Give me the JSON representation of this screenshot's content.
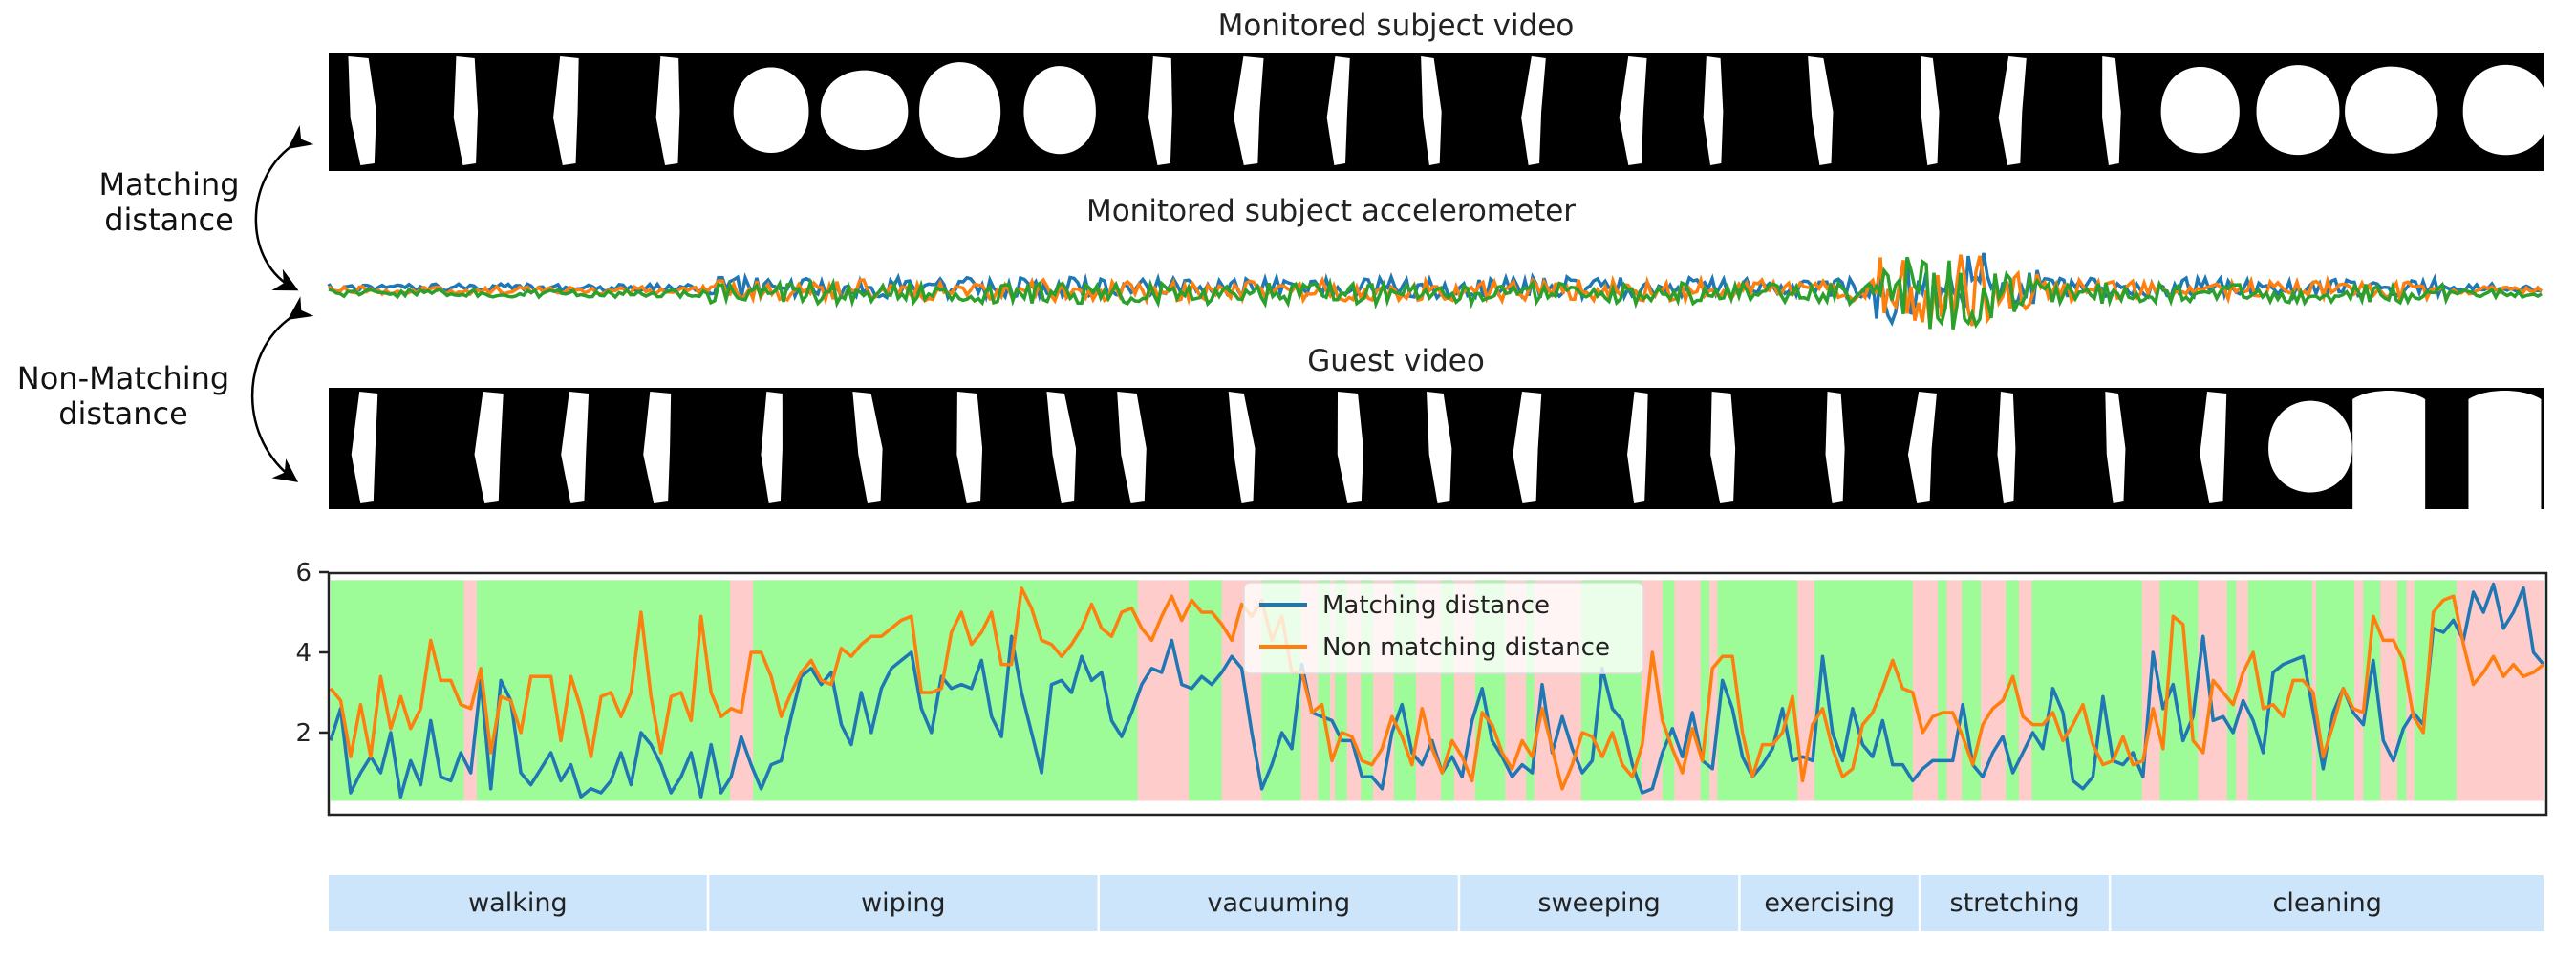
{
  "figure": {
    "video_title": "Monitored subject video",
    "accel_title": "Monitored subject accelerometer",
    "guest_title": "Guest video",
    "matching_label": [
      "Matching",
      "distance"
    ],
    "nonmatching_label": [
      "Non-Matching",
      "distance"
    ]
  },
  "colors": {
    "matching": "#1f77b4",
    "nonmatching": "#ff7f0e",
    "accel_x": "#1f77b4",
    "accel_y": "#ff7f0e",
    "accel_z": "#2ca02c",
    "match_bg": "#9dfb98",
    "nonmatch_bg": "#ffcccc",
    "activity_bg": "#cce5fb"
  },
  "chart_data": {
    "type": "line",
    "title": "",
    "xlabel": "",
    "ylabel": "",
    "ylim": [
      0,
      6
    ],
    "xlim": [
      0,
      221
    ],
    "yticks": [
      2,
      4,
      6
    ],
    "ytick_labels": [
      "2",
      "4",
      "6"
    ],
    "legend": {
      "placement": "top-center",
      "entries": [
        "Matching distance",
        "Non matching distance"
      ]
    },
    "series": [
      {
        "name": "Matching distance",
        "values": [
          1.8,
          2.6,
          0.5,
          1.0,
          1.4,
          1.0,
          2.0,
          0.4,
          1.3,
          0.7,
          2.3,
          0.9,
          0.8,
          1.5,
          1.0,
          3.3,
          0.6,
          3.3,
          2.8,
          1.0,
          0.7,
          1.1,
          1.5,
          0.8,
          1.2,
          0.4,
          0.6,
          0.5,
          0.8,
          1.5,
          0.7,
          2.0,
          1.7,
          1.2,
          0.5,
          0.9,
          1.5,
          0.4,
          1.7,
          0.5,
          0.9,
          1.9,
          1.2,
          0.6,
          1.2,
          1.3,
          2.4,
          3.4,
          3.6,
          3.2,
          3.5,
          2.2,
          1.7,
          3.0,
          2.0,
          3.1,
          3.6,
          3.8,
          4.0,
          2.6,
          2.0,
          3.4,
          3.1,
          3.2,
          3.1,
          3.8,
          2.4,
          1.9,
          4.4,
          3.0,
          2.0,
          1.0,
          3.2,
          3.3,
          3.0,
          3.9,
          3.3,
          3.5,
          2.3,
          1.9,
          2.5,
          3.2,
          3.6,
          3.5,
          4.3,
          3.2,
          3.1,
          3.4,
          3.2,
          3.5,
          3.9,
          3.6,
          2.0,
          0.6,
          1.2,
          2.0,
          1.6,
          3.7,
          2.5,
          2.4,
          2.3,
          1.8,
          1.8,
          0.9,
          0.9,
          0.6,
          2.0,
          2.7,
          1.5,
          1.2,
          1.8,
          1.0,
          1.4,
          0.9,
          2.3,
          3.1,
          1.8,
          1.4,
          0.9,
          1.2,
          1.0,
          3.2,
          1.5,
          2.4,
          1.6,
          1.0,
          1.3,
          3.6,
          2.6,
          2.3,
          1.2,
          0.5,
          0.6,
          1.5,
          2.1,
          1.4,
          2.5,
          1.3,
          1.1,
          3.3,
          2.6,
          1.4,
          0.9,
          1.2,
          1.6,
          2.6,
          1.3,
          1.4,
          1.3,
          3.9,
          2.0,
          1.3,
          2.6,
          1.7,
          1.4,
          2.3,
          1.2,
          1.2,
          0.8,
          1.1,
          1.3,
          1.3,
          1.3,
          2.7,
          1.2,
          0.9,
          1.5,
          1.9,
          1.0,
          1.5,
          2.0,
          1.6,
          3.1,
          2.5,
          0.8,
          0.6,
          0.9,
          2.9,
          1.3,
          1.2,
          1.5,
          0.9,
          4.0,
          2.6,
          3.2,
          1.8,
          2.4,
          4.4,
          2.3,
          2.4,
          2.0,
          2.8,
          2.3,
          1.5,
          3.5,
          3.7,
          3.8,
          3.9,
          2.5,
          1.1,
          2.5,
          3.1,
          2.5,
          2.2,
          3.8,
          1.8,
          1.3,
          2.1,
          2.5,
          2.2,
          4.6,
          4.5,
          4.8,
          4.3,
          5.5,
          5.0,
          5.7,
          4.6,
          5.0,
          5.6,
          4.0,
          3.7
        ]
      },
      {
        "name": "Non matching distance",
        "values": [
          3.1,
          2.8,
          1.4,
          2.7,
          1.4,
          3.4,
          2.1,
          2.9,
          2.1,
          2.6,
          4.3,
          3.3,
          3.3,
          2.7,
          2.6,
          3.6,
          1.5,
          2.9,
          2.8,
          2.0,
          3.4,
          3.4,
          3.4,
          1.8,
          3.4,
          2.6,
          1.4,
          2.9,
          3.0,
          2.4,
          3.0,
          5.0,
          2.9,
          1.5,
          2.9,
          3.0,
          2.3,
          4.9,
          3.0,
          2.4,
          2.6,
          2.5,
          4.0,
          4.0,
          3.4,
          2.4,
          3.0,
          3.5,
          3.8,
          3.3,
          3.2,
          4.1,
          3.9,
          4.2,
          4.4,
          4.4,
          4.6,
          4.8,
          4.9,
          3.0,
          3.0,
          3.1,
          4.5,
          5.0,
          4.2,
          4.5,
          5.0,
          3.7,
          3.7,
          5.6,
          5.1,
          4.3,
          4.2,
          3.9,
          4.2,
          4.6,
          5.2,
          4.6,
          4.4,
          5.0,
          5.1,
          4.6,
          4.3,
          4.9,
          5.4,
          4.8,
          5.3,
          5.0,
          5.0,
          4.7,
          4.3,
          5.2,
          4.9,
          5.3,
          4.3,
          4.9,
          3.5,
          3.5,
          2.5,
          2.7,
          1.3,
          2.0,
          1.9,
          1.3,
          1.2,
          1.6,
          2.4,
          1.9,
          1.2,
          2.6,
          1.6,
          1.0,
          1.8,
          1.4,
          0.8,
          2.5,
          2.2,
          1.5,
          1.1,
          1.8,
          1.4,
          2.6,
          1.6,
          0.6,
          1.2,
          2.0,
          1.9,
          1.4,
          2.0,
          1.2,
          0.9,
          1.7,
          4.0,
          2.3,
          1.6,
          1.0,
          2.1,
          1.3,
          3.6,
          3.9,
          3.9,
          2.0,
          0.9,
          1.7,
          1.7,
          2.0,
          2.9,
          0.8,
          2.2,
          2.6,
          1.6,
          0.9,
          1.1,
          2.2,
          2.5,
          3.1,
          3.8,
          3.1,
          3.0,
          2.0,
          2.4,
          2.5,
          2.5,
          1.9,
          1.2,
          2.2,
          2.6,
          2.8,
          3.4,
          2.4,
          2.2,
          2.2,
          2.5,
          1.8,
          2.2,
          2.7,
          1.7,
          1.2,
          1.3,
          1.9,
          1.2,
          1.3,
          2.6,
          1.6,
          4.9,
          4.7,
          1.8,
          1.5,
          3.3,
          3.0,
          2.7,
          3.5,
          4.0,
          2.6,
          2.7,
          2.4,
          3.3,
          3.3,
          3.0,
          1.4,
          2.2,
          3.1,
          2.6,
          2.5,
          4.9,
          4.3,
          4.3,
          3.8,
          2.4,
          2.0,
          5.0,
          5.3,
          5.4,
          4.2,
          3.2,
          3.5,
          3.9,
          3.4,
          3.7,
          3.4,
          3.5,
          3.7
        ]
      }
    ],
    "background": {
      "band_range": [
        0.3,
        5.8
      ],
      "default": "nonmatch",
      "match_intervals": [
        [
          0,
          13.3
        ],
        [
          14.6,
          39.9
        ],
        [
          42.2,
          80.6
        ],
        [
          85.7,
          89.0
        ],
        [
          93.0,
          96.9
        ],
        [
          98.6,
          99.8
        ],
        [
          100.3,
          101.5
        ],
        [
          102.9,
          104.1
        ],
        [
          106.2,
          108.4
        ],
        [
          110.9,
          112.2
        ],
        [
          114.3,
          117.3
        ],
        [
          119.4,
          120.2
        ],
        [
          124.9,
          130.9
        ],
        [
          133.0,
          134.2
        ],
        [
          136.8,
          137.7
        ],
        [
          138.5,
          146.5
        ],
        [
          148.2,
          158.0
        ],
        [
          160.5,
          161.4
        ],
        [
          162.9,
          164.8
        ],
        [
          167.3,
          168.6
        ],
        [
          169.9,
          180.9
        ],
        [
          182.7,
          186.5
        ],
        [
          189.4,
          190.3
        ],
        [
          191.5,
          197.9
        ],
        [
          198.3,
          202.1
        ],
        [
          203.0,
          204.7
        ],
        [
          206.4,
          207.3
        ],
        [
          208.1,
          212.3
        ]
      ]
    }
  },
  "activities": [
    {
      "label": "walking",
      "start": 0,
      "end": 37
    },
    {
      "label": "wiping",
      "start": 38,
      "end": 76
    },
    {
      "label": "vacuuming",
      "start": 77,
      "end": 112
    },
    {
      "label": "sweeping",
      "start": 113,
      "end": 140
    },
    {
      "label": "exercising",
      "start": 141,
      "end": 158
    },
    {
      "label": "stretching",
      "start": 159,
      "end": 177
    },
    {
      "label": "cleaning",
      "start": 178,
      "end": 221
    }
  ]
}
